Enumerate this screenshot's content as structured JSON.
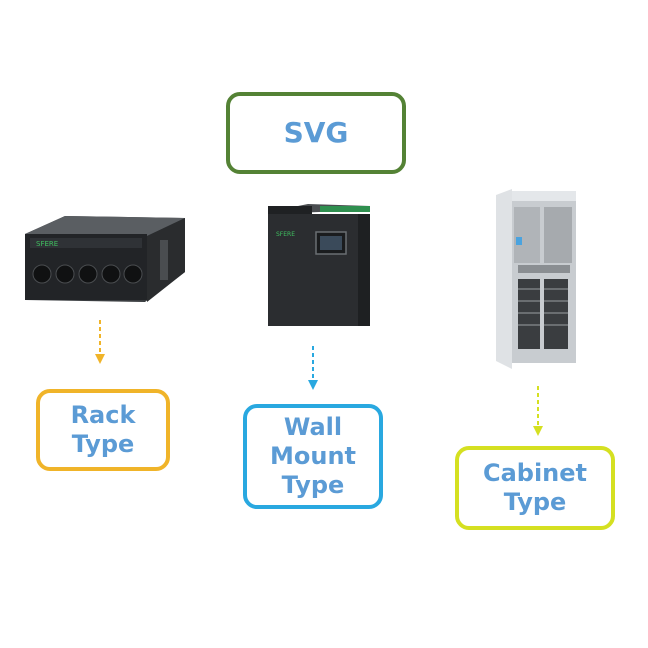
{
  "title": "SVG",
  "types": [
    {
      "key": "rack",
      "label": "Rack\nType",
      "color": "#f0b429"
    },
    {
      "key": "wall",
      "label": "Wall\nMount\nType",
      "color": "#29a8e0"
    },
    {
      "key": "cabinet",
      "label": "Cabinet\nType",
      "color": "#d5e021"
    }
  ],
  "brand_logo": "SFERE",
  "colors": {
    "title_border": "#548235",
    "text": "#5b9bd5"
  }
}
